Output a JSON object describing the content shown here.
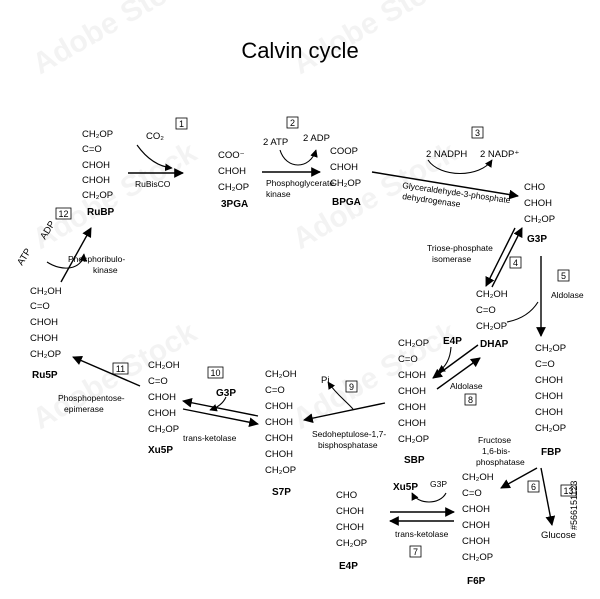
{
  "title": "Calvin cycle",
  "watermark": "Adobe Stock",
  "stock_id": "#566151123",
  "molecules": {
    "rubp": {
      "lines": [
        "CH₂OP",
        "C=O",
        "CHOH",
        "CHOH",
        "CH₂OP"
      ],
      "name": "RuBP"
    },
    "pga3": {
      "lines": [
        "COO⁻",
        "CHOH",
        "CH₂OP"
      ],
      "name": "3PGA"
    },
    "bpga": {
      "lines": [
        "COOP",
        "CHOH",
        "CH₂OP"
      ],
      "name": "BPGA"
    },
    "g3p": {
      "lines": [
        "CHO",
        "CHOH",
        "CH₂OP"
      ],
      "name": "G3P"
    },
    "dhap": {
      "lines": [
        "CH₂OH",
        "C=O",
        "CH₂OP"
      ],
      "name": "DHAP"
    },
    "fbp": {
      "lines": [
        "CH₂OP",
        "C=O",
        "CHOH",
        "CHOH",
        "CHOH",
        "CH₂OP"
      ],
      "name": "FBP"
    },
    "f6p": {
      "lines": [
        "CH₂OH",
        "C=O",
        "CHOH",
        "CHOH",
        "CHOH",
        "CH₂OP"
      ],
      "name": "F6P"
    },
    "e4p": {
      "lines": [
        "CHO",
        "CHOH",
        "CHOH",
        "CH₂OP"
      ],
      "name": "E4P"
    },
    "sbp": {
      "lines": [
        "CH₂OP",
        "C=O",
        "CHOH",
        "CHOH",
        "CHOH",
        "CHOH",
        "CH₂OP"
      ],
      "name": "SBP"
    },
    "s7p": {
      "lines": [
        "CH₂OH",
        "C=O",
        "CHOH",
        "CHOH",
        "CHOH",
        "CHOH",
        "CH₂OP"
      ],
      "name": "S7P"
    },
    "xu5p": {
      "lines": [
        "CH₂OH",
        "C=O",
        "CHOH",
        "CHOH",
        "CH₂OP"
      ],
      "name": "Xu5P"
    },
    "ru5p": {
      "lines": [
        "CH₂OH",
        "C=O",
        "CHOH",
        "CHOH",
        "CH₂OP"
      ],
      "name": "Ru5P"
    }
  },
  "cofactors": {
    "co2": "CO₂",
    "atp_2": "2 ATP",
    "adp_2": "2 ADP",
    "nadph_2": "2 NADPH",
    "nadp_2": "2 NADP⁺",
    "e4p_in": "E4P",
    "pi": "Pi",
    "g3p_in": "G3P",
    "atp": "ATP",
    "adp": "ADP",
    "xu5p_out": "Xu5P",
    "g3p_out": "G3P",
    "glucose": "Glucose"
  },
  "enzymes": {
    "rubisco": "RuBisCO",
    "pgk": [
      "Phosphoglycerate-",
      "kinase"
    ],
    "gapdh": [
      "Glyceraldehyde-3-phosphate",
      "dehydrogenase"
    ],
    "tpi": [
      "Triose-phosphate",
      "isomerase"
    ],
    "aldolase_5": "Aldolase",
    "fbpase": [
      "Fructose",
      "1,6-bis-",
      "phosphatase"
    ],
    "aldolase_8": "Aldolase",
    "transketolase_7": "trans-ketolase",
    "sbpase": [
      "Sedoheptulose-1,7-",
      "bisphosphatase"
    ],
    "transketolase_10": "trans-ketolase",
    "rpe": [
      "Phosphopentose-",
      "epimerase"
    ],
    "prk": [
      "Phosphoribulo-",
      "kinase"
    ]
  },
  "steps": [
    "1",
    "2",
    "3",
    "4",
    "5",
    "6",
    "7",
    "8",
    "9",
    "10",
    "11",
    "12",
    "13"
  ]
}
